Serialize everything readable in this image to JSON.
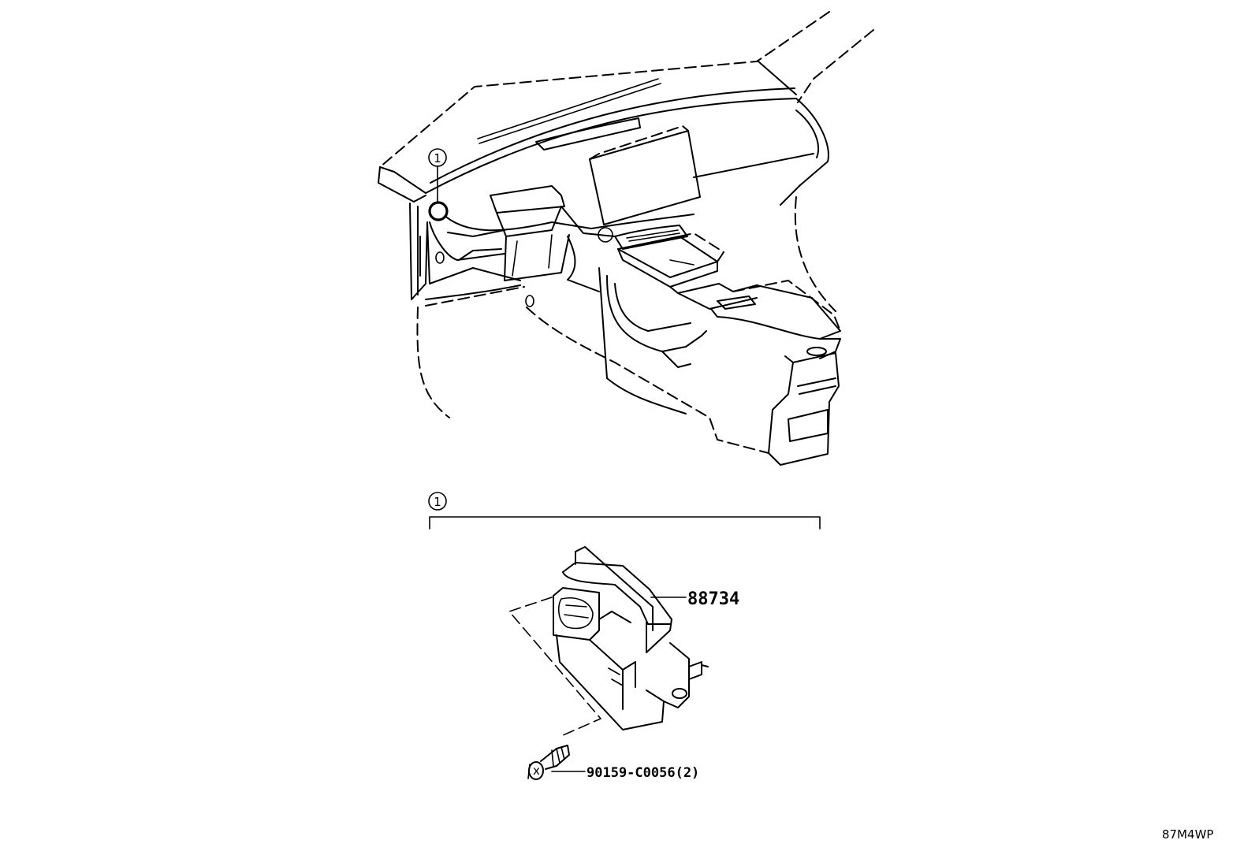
{
  "callout": {
    "number": "1"
  },
  "parts": [
    {
      "number": "88734"
    },
    {
      "number": "90159-C0056(2)"
    }
  ],
  "reference_code": "87M4WP"
}
